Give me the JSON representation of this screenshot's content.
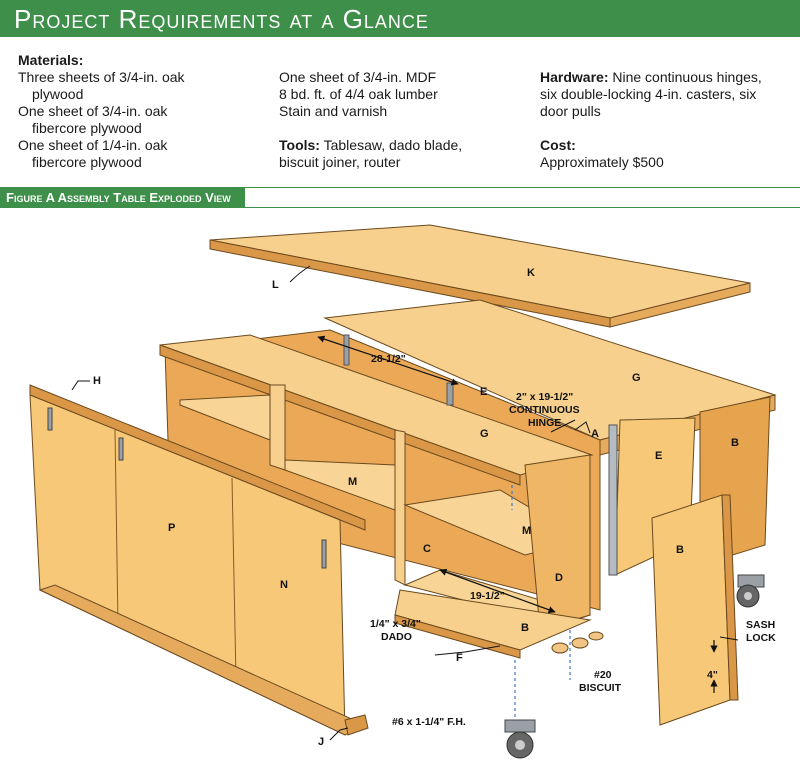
{
  "title": "Project Requirements at a Glance",
  "materials": {
    "heading": "Materials",
    "col1": [
      "Three sheets of 3/4-in. oak",
      "plywood",
      "One sheet of 3/4-in. oak",
      "fibercore plywood",
      "One sheet of 1/4-in. oak",
      "fibercore plywood"
    ],
    "col2": [
      "One sheet of 3/4-in. MDF",
      "8 bd. ft. of 4/4 oak lumber",
      "Stain and varnish"
    ]
  },
  "tools": {
    "heading": "Tools",
    "lines": [
      "Tablesaw, dado blade,",
      "biscuit joiner, router"
    ]
  },
  "hardware": {
    "heading": "Hardware",
    "lines": [
      "Nine continuous hinges,",
      "six double-locking 4-in. casters, six",
      "door pulls"
    ]
  },
  "cost": {
    "heading": "Cost",
    "value": "Approximately $500"
  },
  "figure": {
    "label": "Figure A  Assembly Table  Exploded View",
    "parts": {
      "K": "K",
      "L": "L",
      "H": "H",
      "G1": "G",
      "G2": "G",
      "E1": "E",
      "E2": "E",
      "A": "A",
      "B1": "B",
      "B2": "B",
      "B3": "B",
      "M1": "M",
      "M2": "M",
      "C": "C",
      "D": "D",
      "P": "P",
      "N": "N",
      "F": "F",
      "J": "J"
    },
    "callouts": {
      "width": "28-1/2\"",
      "hinge_l1": "2\" x 19-1/2\"",
      "hinge_l2": "CONTINUOUS",
      "hinge_l3": "HINGE",
      "depth": "19-1/2\"",
      "dado_l1": "1/4\" x 3/4\"",
      "dado_l2": "DADO",
      "biscuit_l1": "#20",
      "biscuit_l2": "BISCUIT",
      "sash_l1": "SASH",
      "sash_l2": "LOCK",
      "caster_height": "4\"",
      "screw": "#6 x 1-1/4\" F.H."
    }
  },
  "colors": {
    "accent": "#3d8f4a",
    "wood": "#f4c678",
    "wood_dark": "#e19a45",
    "wood_shadow": "#c97a2e"
  }
}
